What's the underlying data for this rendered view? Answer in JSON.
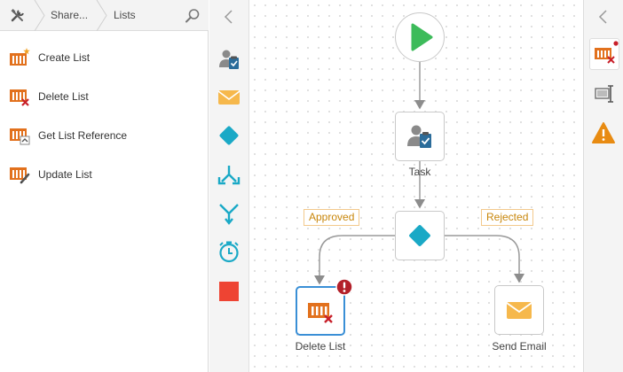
{
  "breadcrumb": {
    "root_icon": "tools-icon",
    "items": [
      "Share...",
      "Lists"
    ],
    "search_icon": "search-icon"
  },
  "actions": [
    {
      "label": "Create List",
      "icon": "create-list-icon"
    },
    {
      "label": "Delete List",
      "icon": "delete-list-icon"
    },
    {
      "label": "Get List Reference",
      "icon": "get-list-reference-icon"
    },
    {
      "label": "Update List",
      "icon": "update-list-icon"
    }
  ],
  "toolbox": {
    "collapse_icon": "chevron-left-icon",
    "tools": [
      "task-icon",
      "email-icon",
      "decision-icon",
      "split-icon",
      "merge-icon",
      "timer-icon",
      "stop-icon"
    ]
  },
  "workflow": {
    "start_icon": "play-icon",
    "task_label": "Task",
    "branch_approved": "Approved",
    "branch_rejected": "Rejected",
    "delete_list_label": "Delete List",
    "send_email_label": "Send Email",
    "error_badge_icon": "error-icon"
  },
  "right_panel": {
    "collapse_icon": "chevron-left-icon",
    "tools": [
      "delete-list-settings-icon",
      "properties-icon",
      "warning-icon"
    ]
  },
  "colors": {
    "orange": "#e2711d",
    "teal": "#1aa9c6",
    "green": "#3dbb5a",
    "red": "#d9342b",
    "email_yellow": "#f6b84c",
    "tag_orange": "#c8860a"
  }
}
